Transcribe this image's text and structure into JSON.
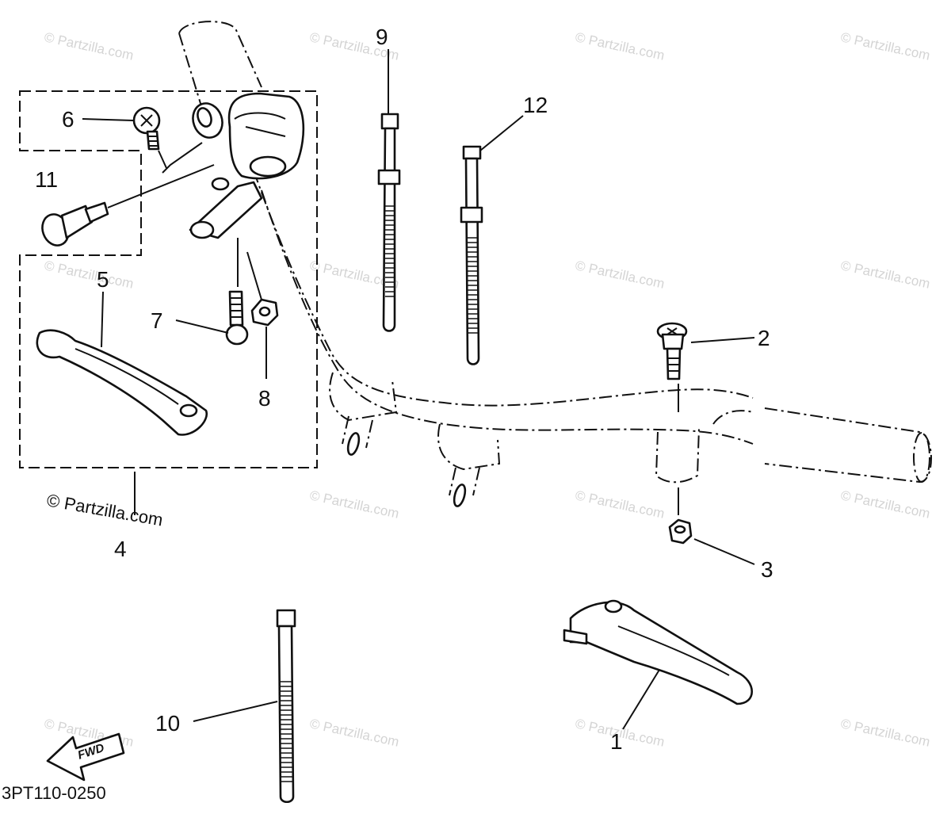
{
  "diagram": {
    "callouts": [
      "1",
      "2",
      "3",
      "4",
      "5",
      "6",
      "7",
      "8",
      "9",
      "10",
      "11",
      "12"
    ],
    "part_code": "3PT110-0250",
    "copyright": "© Partzilla.com",
    "watermark": "© Partzilla.com",
    "fwd_label": "FWD"
  }
}
